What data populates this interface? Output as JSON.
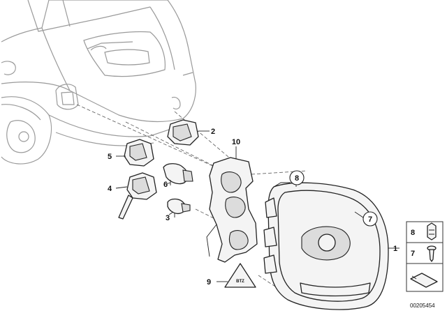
{
  "diagram": {
    "callouts": [
      {
        "id": "c1",
        "text": "1"
      },
      {
        "id": "c2",
        "text": "2"
      },
      {
        "id": "c3",
        "text": "3"
      },
      {
        "id": "c4",
        "text": "4"
      },
      {
        "id": "c5",
        "text": "5"
      },
      {
        "id": "c6",
        "text": "6"
      },
      {
        "id": "c7",
        "text": "7"
      },
      {
        "id": "c8",
        "text": "8"
      },
      {
        "id": "c9",
        "text": "9"
      },
      {
        "id": "c10",
        "text": "10"
      }
    ],
    "legend": [
      {
        "text": "8",
        "icon": "clip-nut-icon"
      },
      {
        "text": "7",
        "icon": "screw-icon"
      },
      {
        "text": "",
        "icon": "wedge-gasket-icon"
      }
    ],
    "warning_triangle_text": "BTZ",
    "diagram_code": "00205454"
  }
}
